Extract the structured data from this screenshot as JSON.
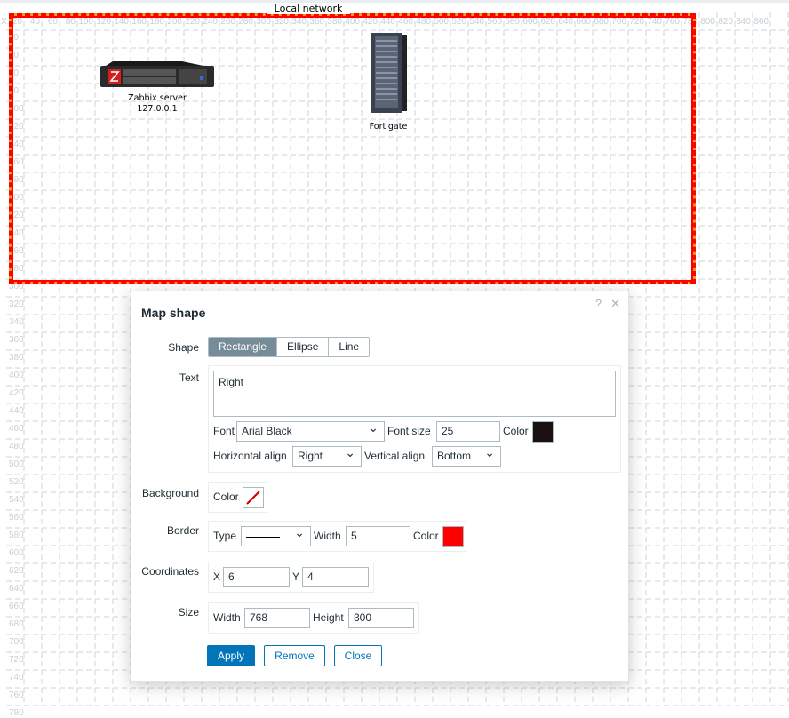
{
  "canvas": {
    "grid": {
      "step": 20,
      "x_prefix": "X:",
      "x_max": 860,
      "y_max": 780
    }
  },
  "map": {
    "shape_label": "Local network",
    "elements": [
      {
        "name": "Zabbix server",
        "ip": "127.0.0.1",
        "icon": "rack-server-icon"
      },
      {
        "name": "Fortigate",
        "icon": "tower-server-icon"
      }
    ]
  },
  "dialog": {
    "title": "Map shape",
    "help_icon": "?",
    "close_icon": "✕",
    "shape_label": "Shape",
    "shape_options": [
      "Rectangle",
      "Ellipse",
      "Line"
    ],
    "shape_selected": "Rectangle",
    "text_label": "Text",
    "text_value": "Right",
    "font_label": "Font",
    "font_value": "Arial Black",
    "font_size_label": "Font size",
    "font_size_value": "25",
    "color_label": "Color",
    "text_color": "#1a1111",
    "halign_label": "Horizontal align",
    "halign_value": "Right",
    "valign_label": "Vertical align",
    "valign_value": "Bottom",
    "background_label": "Background",
    "bg_color_label": "Color",
    "border_label": "Border",
    "type_label": "Type",
    "width_label": "Width",
    "border_width": "5",
    "border_color_label": "Color",
    "border_color": "#ff0000",
    "coordinates_label": "Coordinates",
    "x_label": "X",
    "x_value": "6",
    "y_label": "Y",
    "y_value": "4",
    "size_label": "Size",
    "size_width_label": "Width",
    "size_width": "768",
    "size_height_label": "Height",
    "size_height": "300",
    "apply": "Apply",
    "remove": "Remove",
    "close": "Close"
  }
}
